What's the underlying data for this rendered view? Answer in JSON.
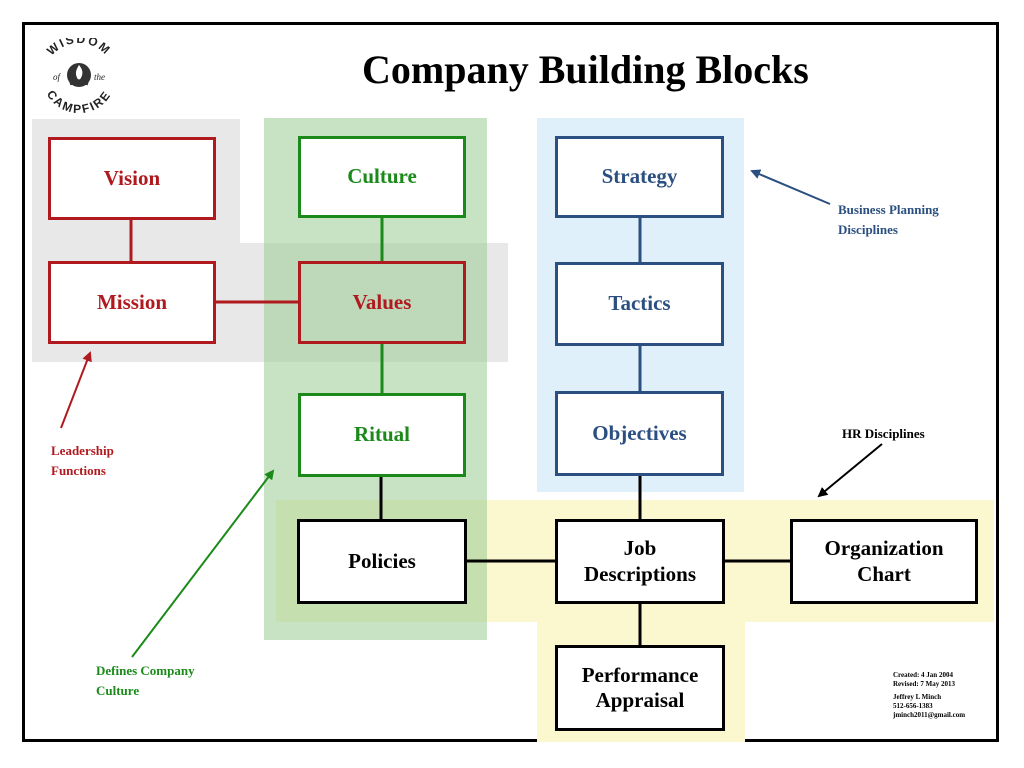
{
  "title": "Company Building Blocks",
  "logo": {
    "top_text": "WISDOM",
    "left_text": "of",
    "right_text": "the",
    "bottom_text": "CAMPFIRE",
    "icon": "campfire-icon"
  },
  "colors": {
    "leadership": "#b01a1f",
    "culture": "#1b8a1b",
    "planning": "#2b4f80",
    "hr": "#000000",
    "leadership_region": "#e8e8e8",
    "culture_region": "#c5e0c0",
    "planning_region": "#e0f0fa",
    "hr_region": "#fbf8d0"
  },
  "blocks": {
    "vision": "Vision",
    "mission": "Mission",
    "culture": "Culture",
    "values": "Values",
    "ritual": "Ritual",
    "strategy": "Strategy",
    "tactics": "Tactics",
    "objectives": "Objectives",
    "policies": "Policies",
    "job_descriptions": "Job\nDescriptions",
    "organization_chart": "Organization\nChart",
    "performance_appraisal": "Performance\nAppraisal"
  },
  "notes": {
    "leadership": "Leadership\nFunctions",
    "culture": "Defines Company\nCulture",
    "planning": "Business Planning\nDisciplines",
    "hr": "HR Disciplines"
  },
  "credits": {
    "created": "Created: 4 Jan 2004",
    "revised": "Revised: 7 May 2013",
    "author": "Jeffrey L Minch",
    "phone": "512-656-1383",
    "email": "jminch2011@gmail.com"
  }
}
